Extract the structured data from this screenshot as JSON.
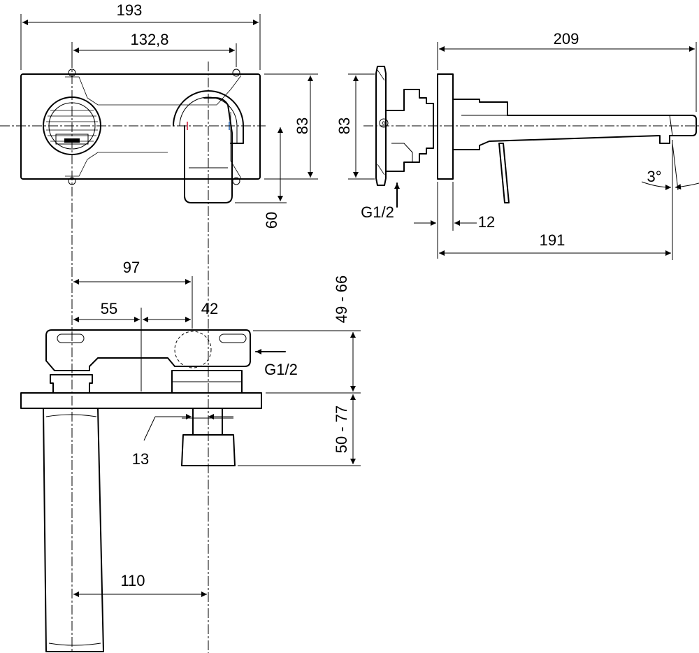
{
  "dimensions": {
    "overall_plate_width": "193",
    "mount_hole_spacing": "132,8",
    "plate_height_front": "83",
    "lever_below_axis": "60",
    "body_height_side": "83",
    "spout_length_total": "209",
    "spout_angle": "3°",
    "inlet_side": "G1/2",
    "plate_thickness_gap": "12",
    "spout_reach": "191",
    "body_axis_spacing": "97",
    "spout_axis_offset": "55",
    "mixer_axis_offset": "42",
    "depth_range_top": "49 - 66",
    "inlet_top": "G1/2",
    "depth_range_bottom": "50 - 77",
    "cartridge_offset": "13",
    "spout_projection": "110"
  }
}
